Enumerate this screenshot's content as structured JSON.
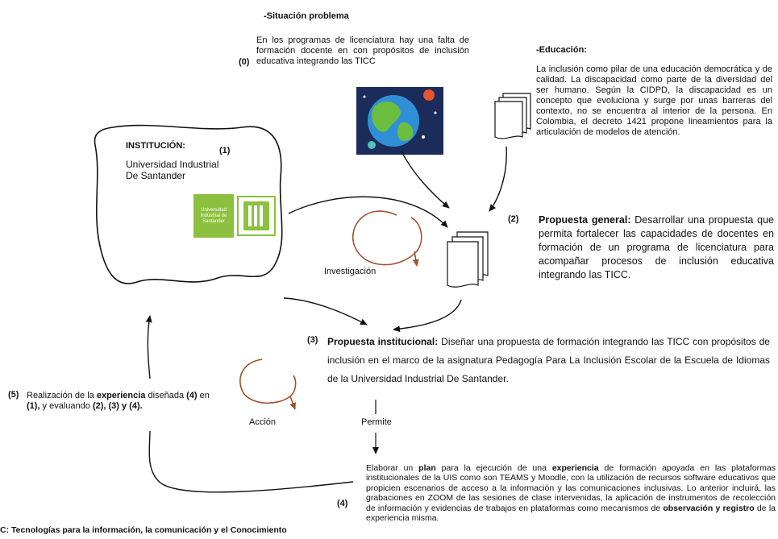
{
  "situacion": {
    "title": "-Situación problema",
    "marker": "(0)",
    "text": " En los programas  de licenciatura hay una falta de formación docente en con propósitos de inclusión educativa integrando las TICC"
  },
  "educacion": {
    "title": "-Educación:",
    "text": "La inclusión como pilar de una educación democrática y de calidad. La discapacidad como parte de la diversidad del ser humano.  Según la CIDPD, la discapacidad es un concepto que evoluciona y surge por unas barreras del contexto, no se encuentra al interior de la persona. En Colombia, el decreto 1421 propone lineamientos para la articulación de modelos de atención."
  },
  "institucion": {
    "title": "INSTITUCIÓN:",
    "marker": "(1)",
    "name": "Universidad Industrial De Santander",
    "logo_text": "Universidad Industrial de Santander",
    "logo_mark": "UIS",
    "logo_color": "#8cc03f"
  },
  "propuesta_general": {
    "marker": "(2)",
    "label": "Propuesta general:",
    "text": " Desarrollar una propuesta que permita fortalecer las capacidades de docentes en formación de un programa de licenciatura para acompañar procesos de inclusión educativa integrando las TICC."
  },
  "investigacion": {
    "label": "Investigación",
    "color": "#a0522d"
  },
  "propuesta_institucional": {
    "marker": "(3)",
    "label": "Propuesta institucional:",
    "text": "  Diseñar una propuesta de formación integrando las TICC con propósitos de inclusión en el marco de la asignatura Pedagogía Para La Inclusión Escolar de la Escuela de Idiomas de la Universidad Industrial De Santander."
  },
  "realizacion": {
    "marker": "(5)",
    "t1": "Realización de la ",
    "b1": "experiencia",
    "t2": " diseñada ",
    "b2": "(4)",
    "t3": " en",
    "b3": "(1),",
    "t4": " y evaluando ",
    "b4": "(2), (3) y (4)."
  },
  "accion": {
    "label": "Acción",
    "color": "#a0522d"
  },
  "permite": {
    "label": "Permite"
  },
  "plan": {
    "marker": "(4)",
    "t1": "Elaborar un ",
    "b1": "plan",
    "t2": " para la ejecución de una ",
    "b2": "experiencia",
    "t3": "  de formación apoyada en las plataformas institucionales  de la UIS como son TEAMS y Moodle, con la utilización de recursos software educativos que propicien escenarios de acceso a la información y las comunicaciones inclusivas. Lo anterior incluirá, las grabaciones en ZOOM de las sesiones de clase intervenidas, la aplicación de instrumentos de recolección de información y evidencias de trabajos en plataformas como mecanismos de ",
    "b3": "observación y registro",
    "t4": " de la experiencia misma."
  },
  "footnote": "C: Tecnologías para la información, la comunicación y el Conocimiento"
}
